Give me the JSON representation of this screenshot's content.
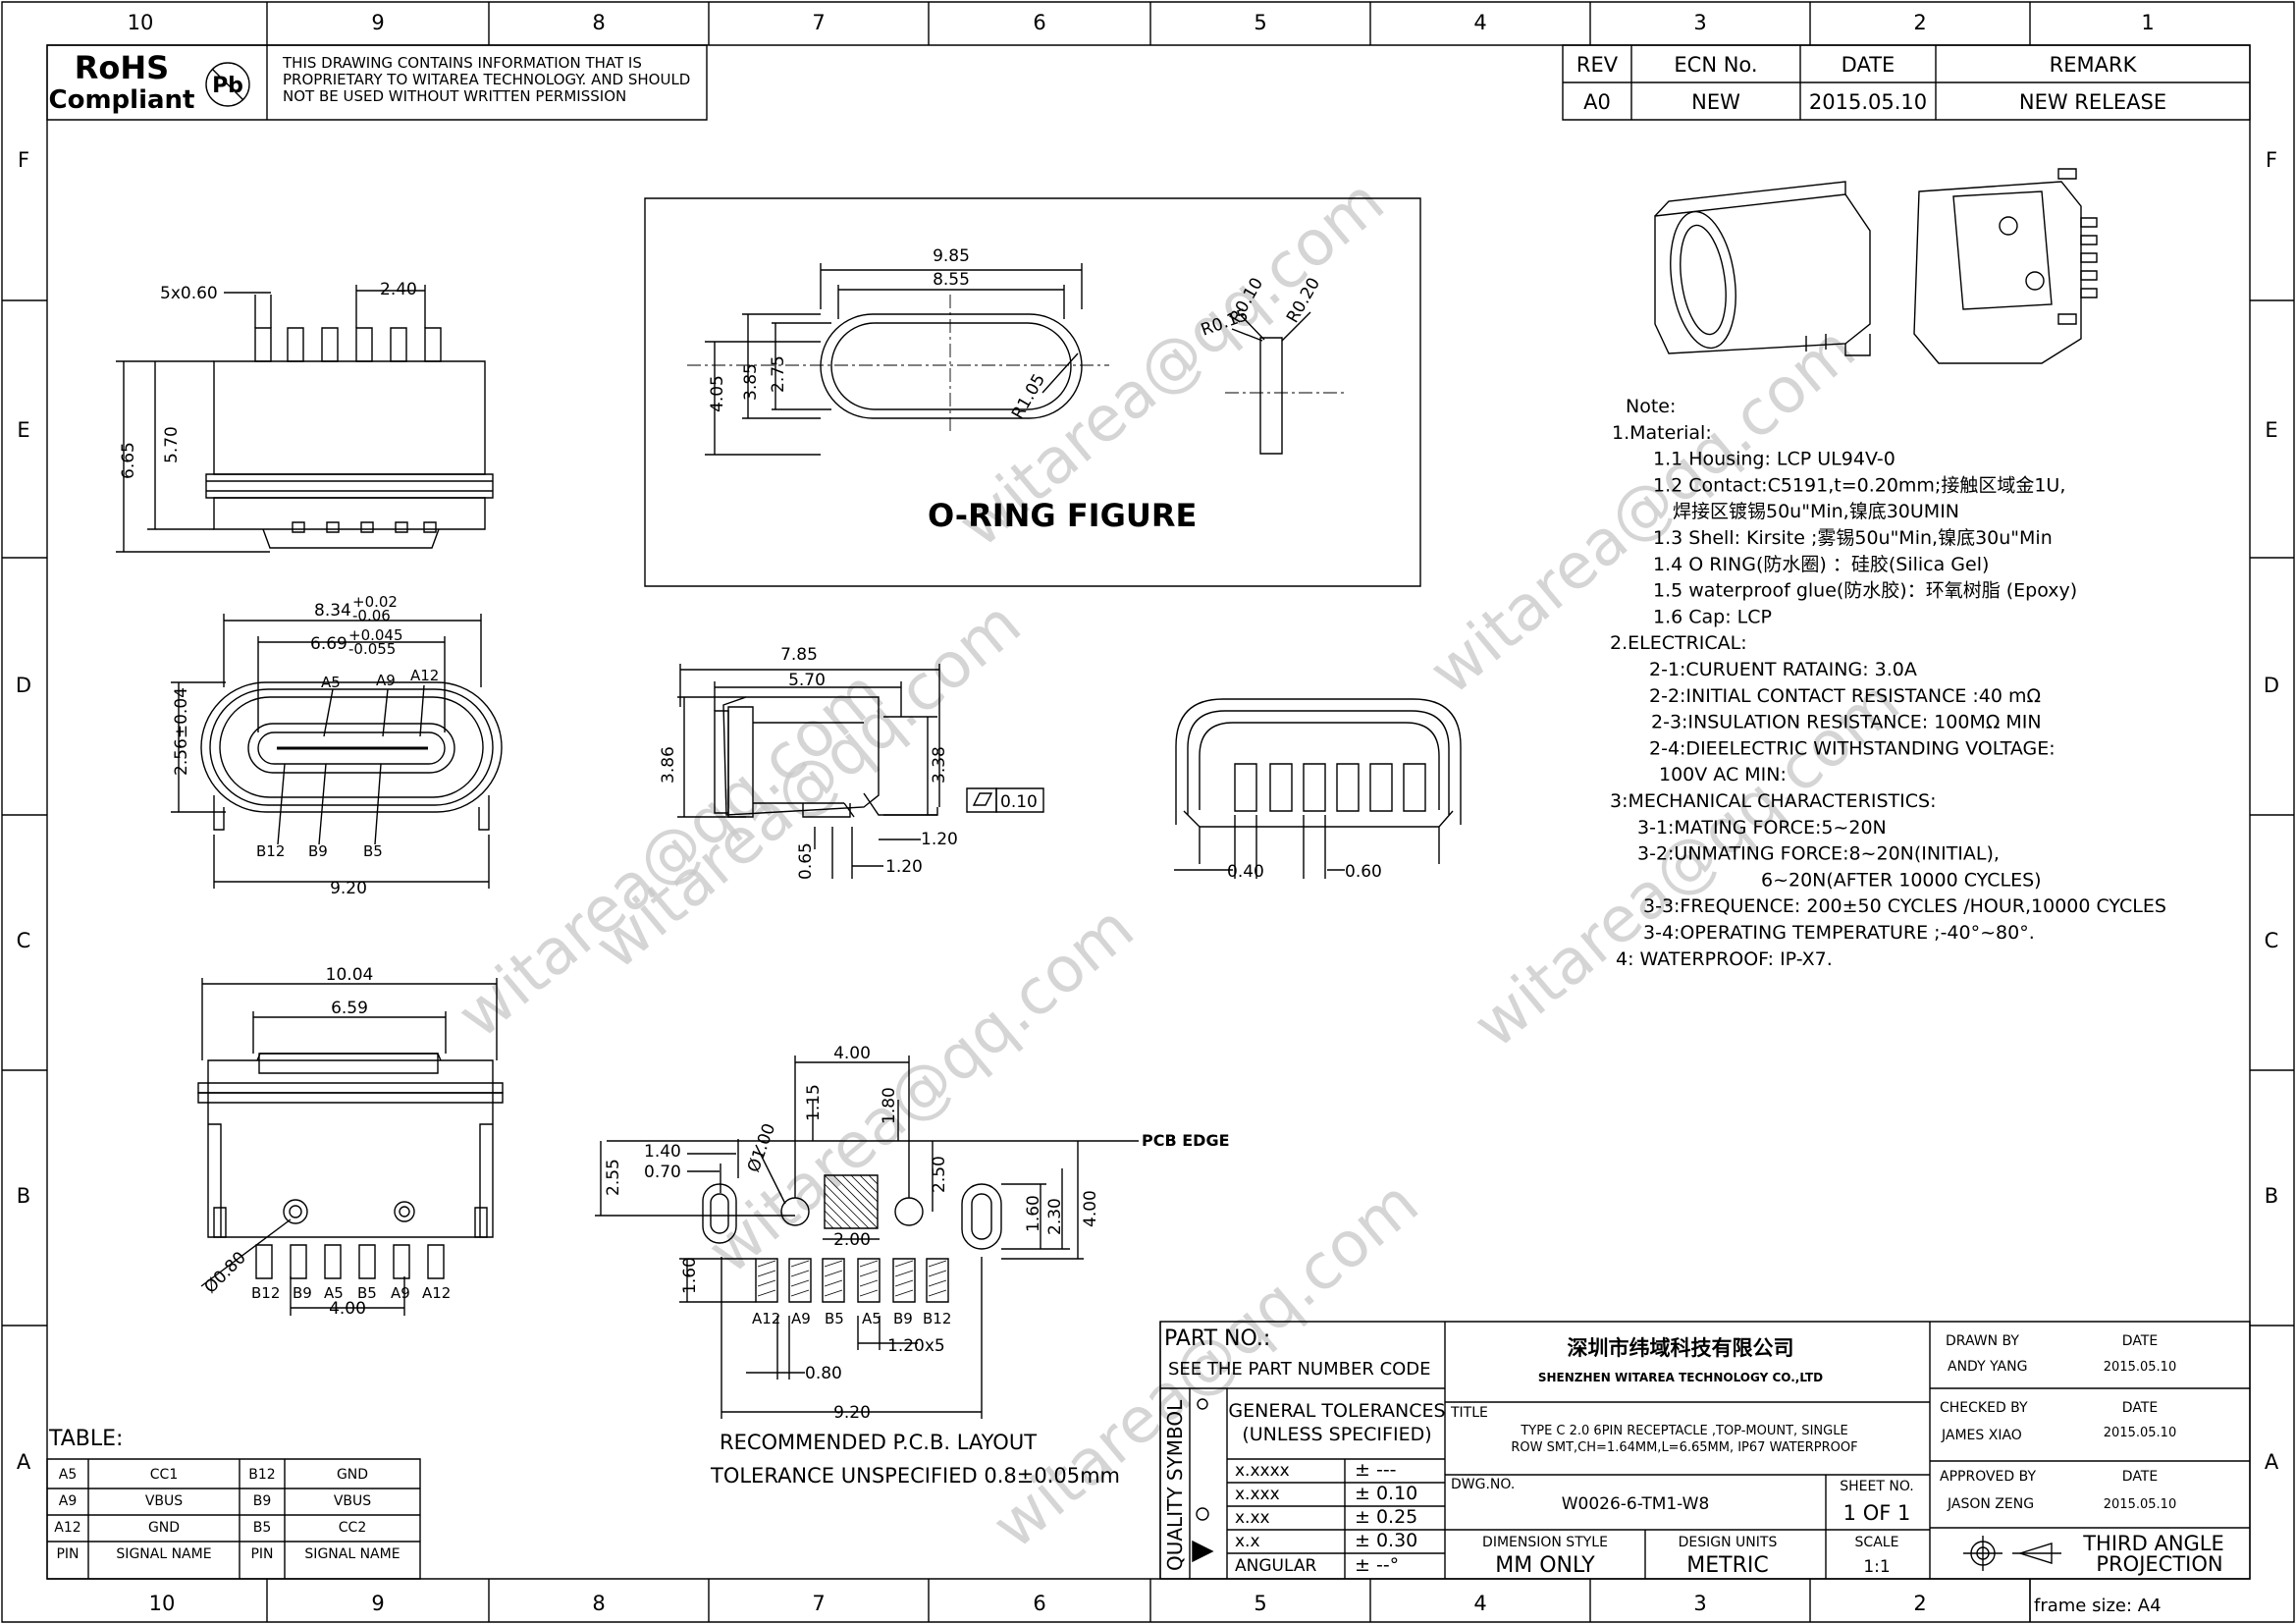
{
  "grid": {
    "columns": [
      "10",
      "9",
      "8",
      "7",
      "6",
      "5",
      "4",
      "3",
      "2",
      "1"
    ],
    "rows": [
      "F",
      "E",
      "D",
      "C",
      "B",
      "A"
    ]
  },
  "header": {
    "rohs_line1": "RoHS",
    "rohs_line2": "Compliant",
    "pb_symbol": "Pb",
    "notice": [
      "THIS DRAWING CONTAINS INFORMATION THAT IS",
      "PROPRIETARY TO  WITAREA TECHNOLOGY. AND SHOULD",
      "NOT BE USED WITHOUT WRITTEN PERMISSION"
    ]
  },
  "revision": {
    "headers": [
      "REV",
      "ECN No.",
      "DATE",
      "REMARK"
    ],
    "row": [
      "A0",
      "NEW",
      "2015.05.10",
      "NEW RELEASE"
    ]
  },
  "watermark": "witarea@qq.com",
  "oring": {
    "title": "O-RING FIGURE",
    "dims": [
      "9.85",
      "8.55",
      "4.05",
      "3.85",
      "2.75",
      "R1.05",
      "R0.10",
      "R0.15",
      "R0.20"
    ]
  },
  "top_view": {
    "dims": [
      "5x0.60",
      "2.40",
      "6.65",
      "5.70"
    ]
  },
  "front_view": {
    "dims": [
      "8.34",
      "+0.02",
      "-0.06",
      "6.69",
      "+0.045",
      "-0.055",
      "2.56±0.04",
      "9.20"
    ],
    "pins_top": [
      "A5",
      "A9",
      "A12"
    ],
    "pins_bottom": [
      "B12",
      "B9",
      "B5"
    ]
  },
  "side_view": {
    "dims": [
      "7.85",
      "5.70",
      "3.86",
      "3.38",
      "0.10",
      "0.65",
      "1.20",
      "1.20"
    ]
  },
  "rear_view": {
    "dims": [
      "0.40",
      "0.60"
    ]
  },
  "bottom_view": {
    "dims": [
      "10.04",
      "6.59",
      "Ø0.80",
      "4.00"
    ],
    "pins": [
      "B12",
      "B9",
      "A5",
      "B5",
      "A9",
      "A12"
    ]
  },
  "pcb": {
    "edge": "PCB EDGE",
    "dims": [
      "4.00",
      "1.15",
      "1.80",
      "1.40",
      "0.70",
      "2.55",
      "Ø1.00",
      "2.50",
      "4.00",
      "1.60",
      "2.30",
      "2.00",
      "1.60",
      "1.20x5",
      "0.80",
      "9.20"
    ],
    "pins": [
      "A12",
      "A9",
      "B5",
      "A5",
      "B9",
      "B12"
    ],
    "caption1": "RECOMMENDED   P.C.B. LAYOUT",
    "caption2": "TOLERANCE UNSPECIFIED 0.8±0.05mm"
  },
  "notes": {
    "lines": [
      "Note:",
      "1.Material:",
      "1.1  Housing: LCP UL94V-0",
      "1.2  Contact:C5191,t=0.20mm;接触区域金1U,",
      "焊接区镀锡50u\"Min,镍底30UMIN",
      "1.3  Shell: Kirsite ;雾锡50u\"Min,镍底30u\"Min",
      "1.4  O RING(防水圈) ：硅胶(Silica Gel)",
      "1.5  waterproof glue(防水胶)：环氧树脂 (Epoxy)",
      "1.6  Cap: LCP",
      "2.ELECTRICAL:",
      "2-1:CURUENT RATAING: 3.0A",
      "2-2:INITIAL CONTACT RESISTANCE :40 mΩ",
      "2-3:INSULATION  RESISTANCE: 100MΩ   MIN",
      "2-4:DIEELECTRIC WITHSTANDING VOLTAGE:",
      "100V AC MIN:",
      "3:MECHANICAL CHARACTERISTICS:",
      "3-1:MATING FORCE:5~20N",
      "3-2:UNMATING FORCE:8~20N(INITIAL),",
      "6~20N(AFTER 10000 CYCLES)",
      "3-3:FREQUENCE: 200±50 CYCLES /HOUR,10000 CYCLES",
      "3-4:OPERATING TEMPERATURE ;-40°~80°.",
      "4: WATERPROOF: IP-X7."
    ]
  },
  "table": {
    "title": "TABLE:",
    "rows": [
      [
        "A5",
        "CC1",
        "B12",
        "GND"
      ],
      [
        "A9",
        "VBUS",
        "B9",
        "VBUS"
      ],
      [
        "A12",
        "GND",
        "B5",
        "CC2"
      ],
      [
        "PIN",
        "SIGNAL NAME",
        "PIN",
        "SIGNAL NAME"
      ]
    ]
  },
  "title_block": {
    "part_no_label": "PART NO.:",
    "part_no_value": "SEE THE PART NUMBER CODE",
    "company_cn": "深圳市纬域科技有限公司",
    "company_en": "SHENZHEN WITAREA TECHNOLOGY CO.,LTD",
    "quality_symbol": "QUALITY SYMBOL",
    "general_tol1": "GENERAL TOLERANCES",
    "general_tol2": "(UNLESS SPECIFIED)",
    "tolerances": [
      [
        "x.xxxx",
        "± ---"
      ],
      [
        "x.xxx",
        "± 0.10"
      ],
      [
        "x.xx",
        "± 0.25"
      ],
      [
        "x.x",
        "± 0.30"
      ],
      [
        "ANGULAR",
        "± --°"
      ]
    ],
    "title_label": "TITLE",
    "title_line1": "TYPE C 2.0 6PIN RECEPTACLE ,TOP-MOUNT, SINGLE",
    "title_line2": "ROW SMT,CH=1.64MM,L=6.65MM, IP67 WATERPROOF",
    "dwg_label": "DWG.NO.",
    "dwg_value": "W0026-6-TM1-W8",
    "sheet_label": "SHEET NO.",
    "sheet_value": "1 OF 1",
    "dim_style_label": "DIMENSION STYLE",
    "dim_style_value": "MM ONLY",
    "design_units_label": "DESIGN UNITS",
    "design_units_value": "METRIC",
    "scale_label": "SCALE",
    "scale_value": "1:1",
    "drawn_by_label": "DRAWN BY",
    "drawn_by": "ANDY YANG",
    "checked_by_label": "CHECKED BY",
    "checked_by": "JAMES XIAO",
    "approved_by_label": "APPROVED BY",
    "approved_by": "JASON ZENG",
    "date_label": "DATE",
    "date_value": "2015.05.10",
    "projection1": "THIRD ANGLE",
    "projection2": "PROJECTION",
    "frame_size": "frame size: A4"
  }
}
